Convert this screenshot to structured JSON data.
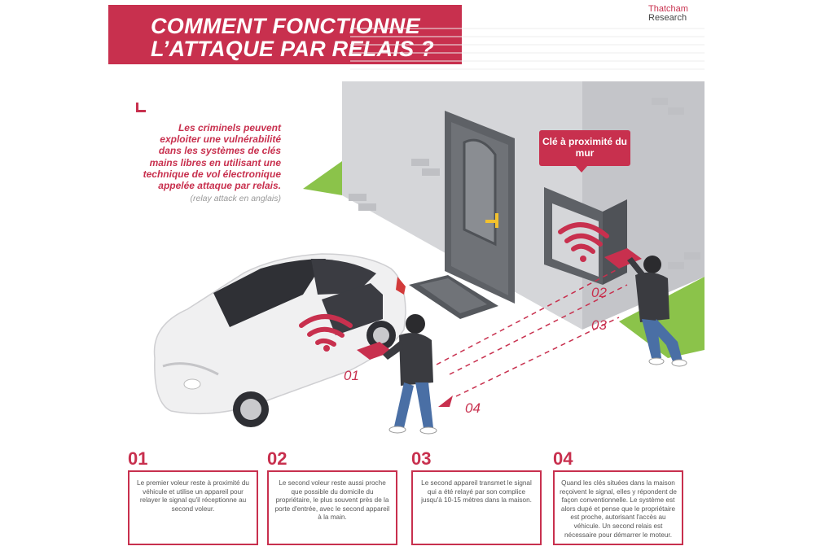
{
  "header": {
    "title_line1": "COMMENT FONCTIONNE",
    "title_line2": "L’ATTAQUE PAR RELAIS ?",
    "brand_line1": "Thatcham",
    "brand_line2": "Research"
  },
  "intro": {
    "text": "Les criminels peuvent exploiter une vulnérabilité dans les systèmes de clés mains libres en utilisant une technique de vol électronique appelée attaque par relais.",
    "note": "(relay attack en anglais)"
  },
  "scene": {
    "callout": "Clé à proximité du mur",
    "markers": [
      "01",
      "02",
      "03",
      "04"
    ]
  },
  "steps": [
    {
      "num": "01",
      "text": "Le premier voleur reste à proximité du véhicule et utilise un appareil pour relayer le signal qu'il réceptionne au second voleur."
    },
    {
      "num": "02",
      "text": "Le second voleur reste aussi proche que possible du domicile du propriétaire, le plus souvent près de la porte d'entrée, avec le second appareil à la main."
    },
    {
      "num": "03",
      "text": "Le second appareil transmet le signal qui a été relayé par son complice jusqu'à 10-15 mètres dans la maison."
    },
    {
      "num": "04",
      "text": "Quand les clés situées dans la maison reçoivent le signal, elles y répondent de façon conventionnelle. Le système est alors dupé et pense que le propriétaire est proche, autorisant l'accès au véhicule. Un second relais est nécessaire pour démarrer le moteur."
    }
  ],
  "colors": {
    "accent": "#c8304e",
    "wall": "#d9d9dc",
    "grass": "#7cb342"
  }
}
